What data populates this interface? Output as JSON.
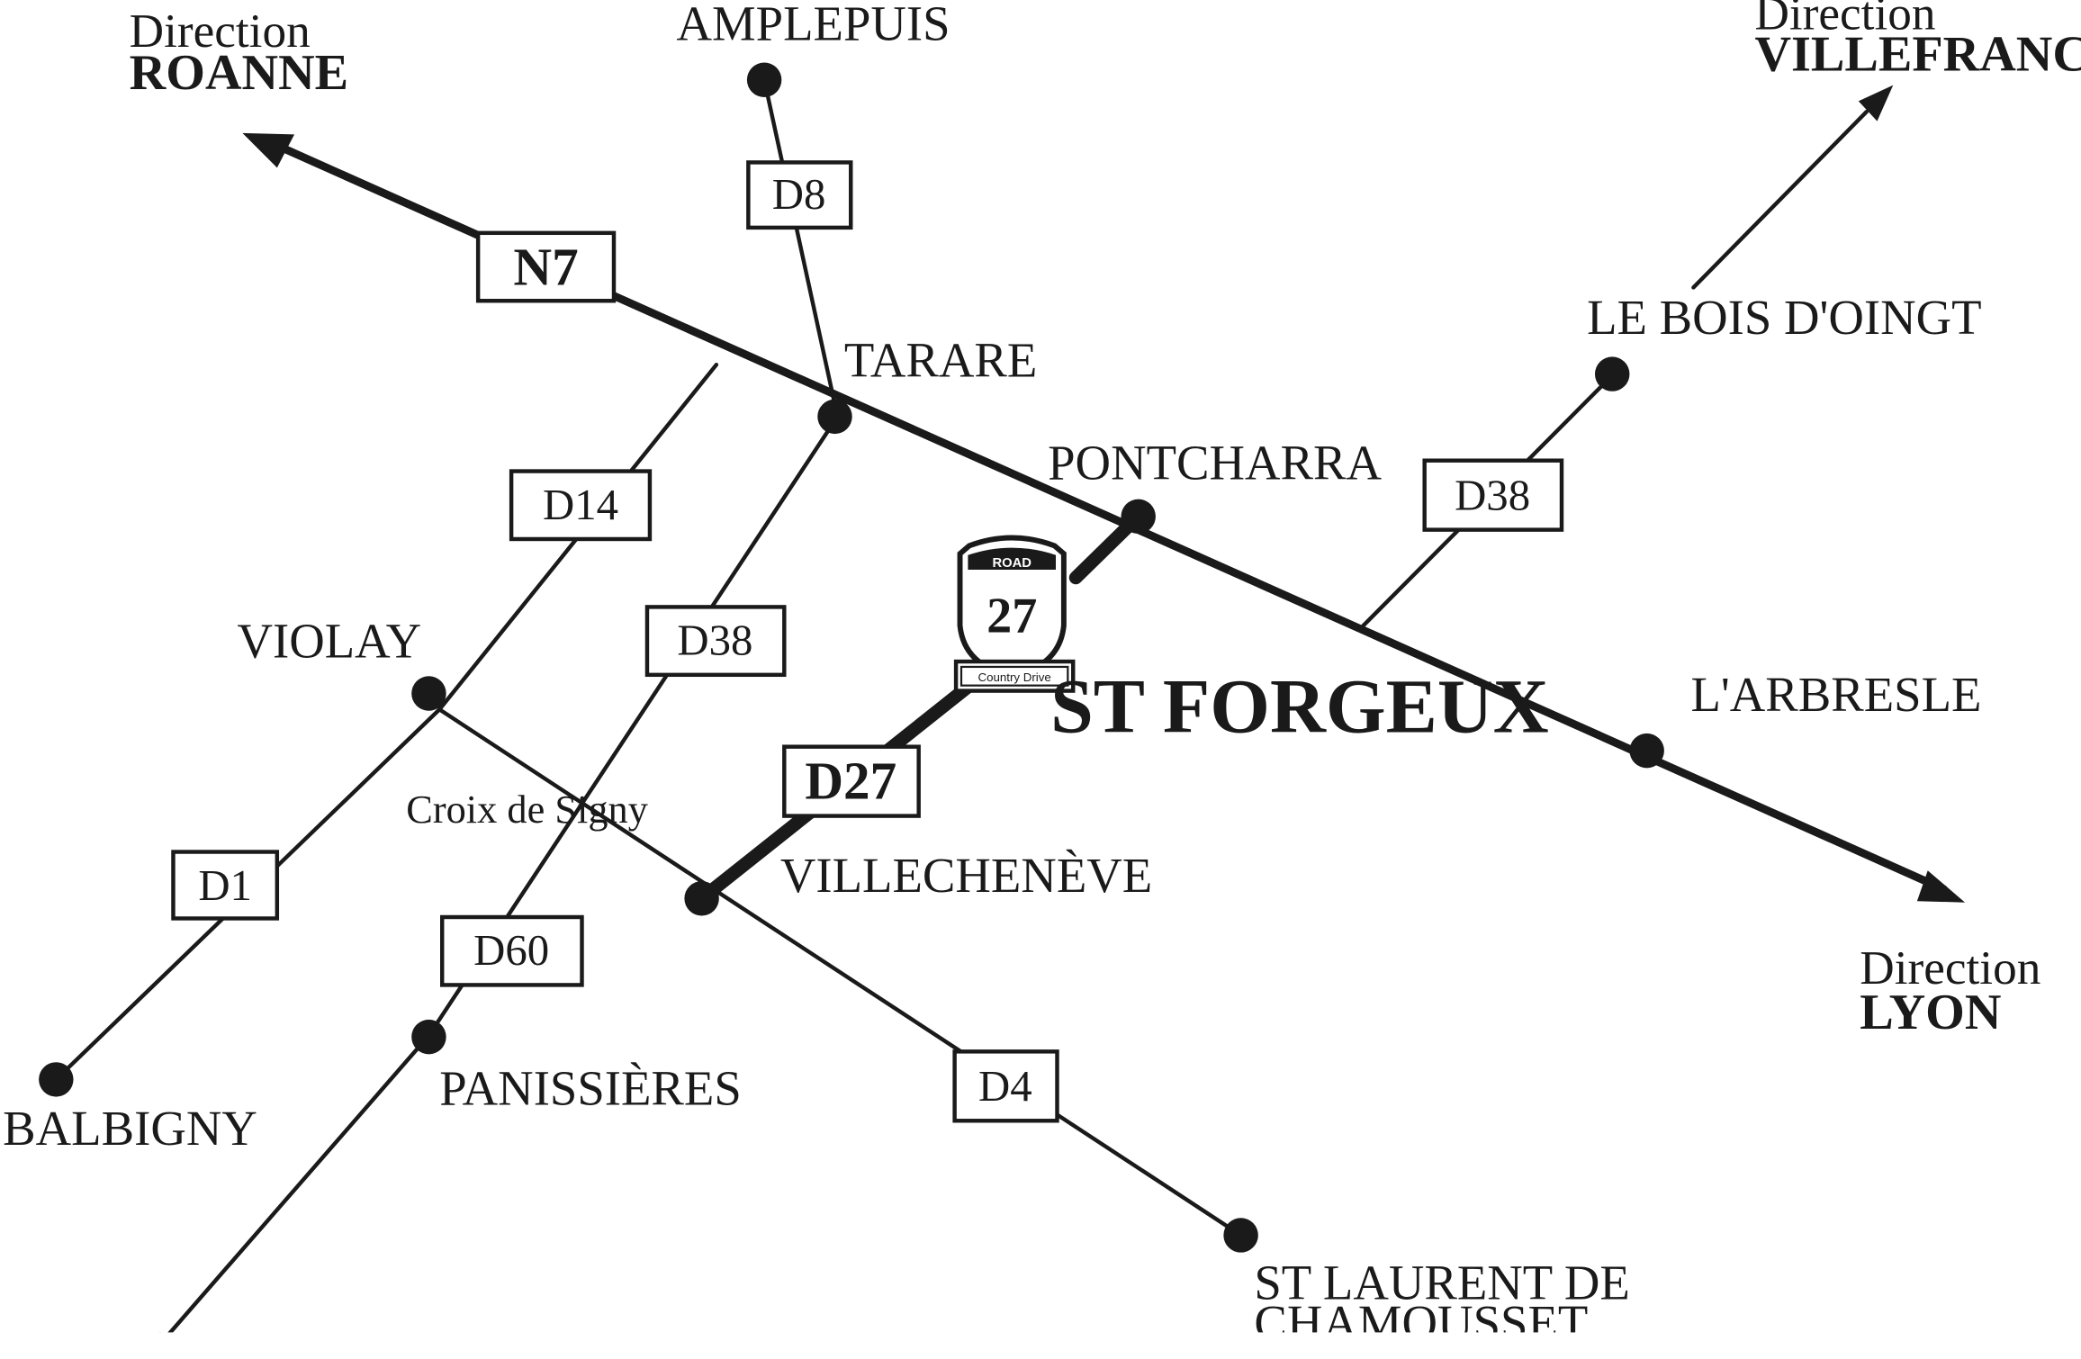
{
  "map": {
    "destination": "ST FORGEUX",
    "shield": {
      "top_text": "ROAD",
      "number": "27",
      "plate_text": "Country Drive"
    },
    "directions": [
      {
        "key": "roanne",
        "prefix": "Direction",
        "city": "ROANNE"
      },
      {
        "key": "villefranche",
        "prefix": "Direction",
        "city": "VILLEFRANCHE"
      },
      {
        "key": "lyon",
        "prefix": "Direction",
        "city": "LYON"
      }
    ],
    "roads": {
      "n7": "N7",
      "d8": "D8",
      "d14": "D14",
      "d38_west": "D38",
      "d38_east": "D38",
      "d1": "D1",
      "d60": "D60",
      "d27": "D27",
      "d4": "D4"
    },
    "places": {
      "amplepuis": "AMPLEPUIS",
      "tarare": "TARARE",
      "pontcharra": "PONTCHARRA",
      "le_bois_doingt": "LE BOIS D'OINGT",
      "larbresle": "L'ARBRESLE",
      "violay": "VIOLAY",
      "croix_de_signy": "Croix de Signy",
      "villechenave": "VILLECHENÈVE",
      "panissieres": "PANISSIÈRES",
      "balbigny": "BALBIGNY",
      "st_laurent_1": "ST LAURENT DE",
      "st_laurent_2": "CHAMOUSSET"
    }
  }
}
